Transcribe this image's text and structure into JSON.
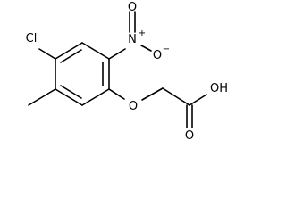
{
  "molecule": {
    "atoms": {
      "nitro_oxygen_top": "O",
      "nitro_nitrogen": "N",
      "nitro_charge_plus": "+",
      "nitro_oxygen_right": "O",
      "nitro_charge_minus": "−",
      "chlorine": "Cl",
      "ether_oxygen": "O",
      "hydroxyl": "OH",
      "carbonyl_oxygen": "O"
    }
  }
}
